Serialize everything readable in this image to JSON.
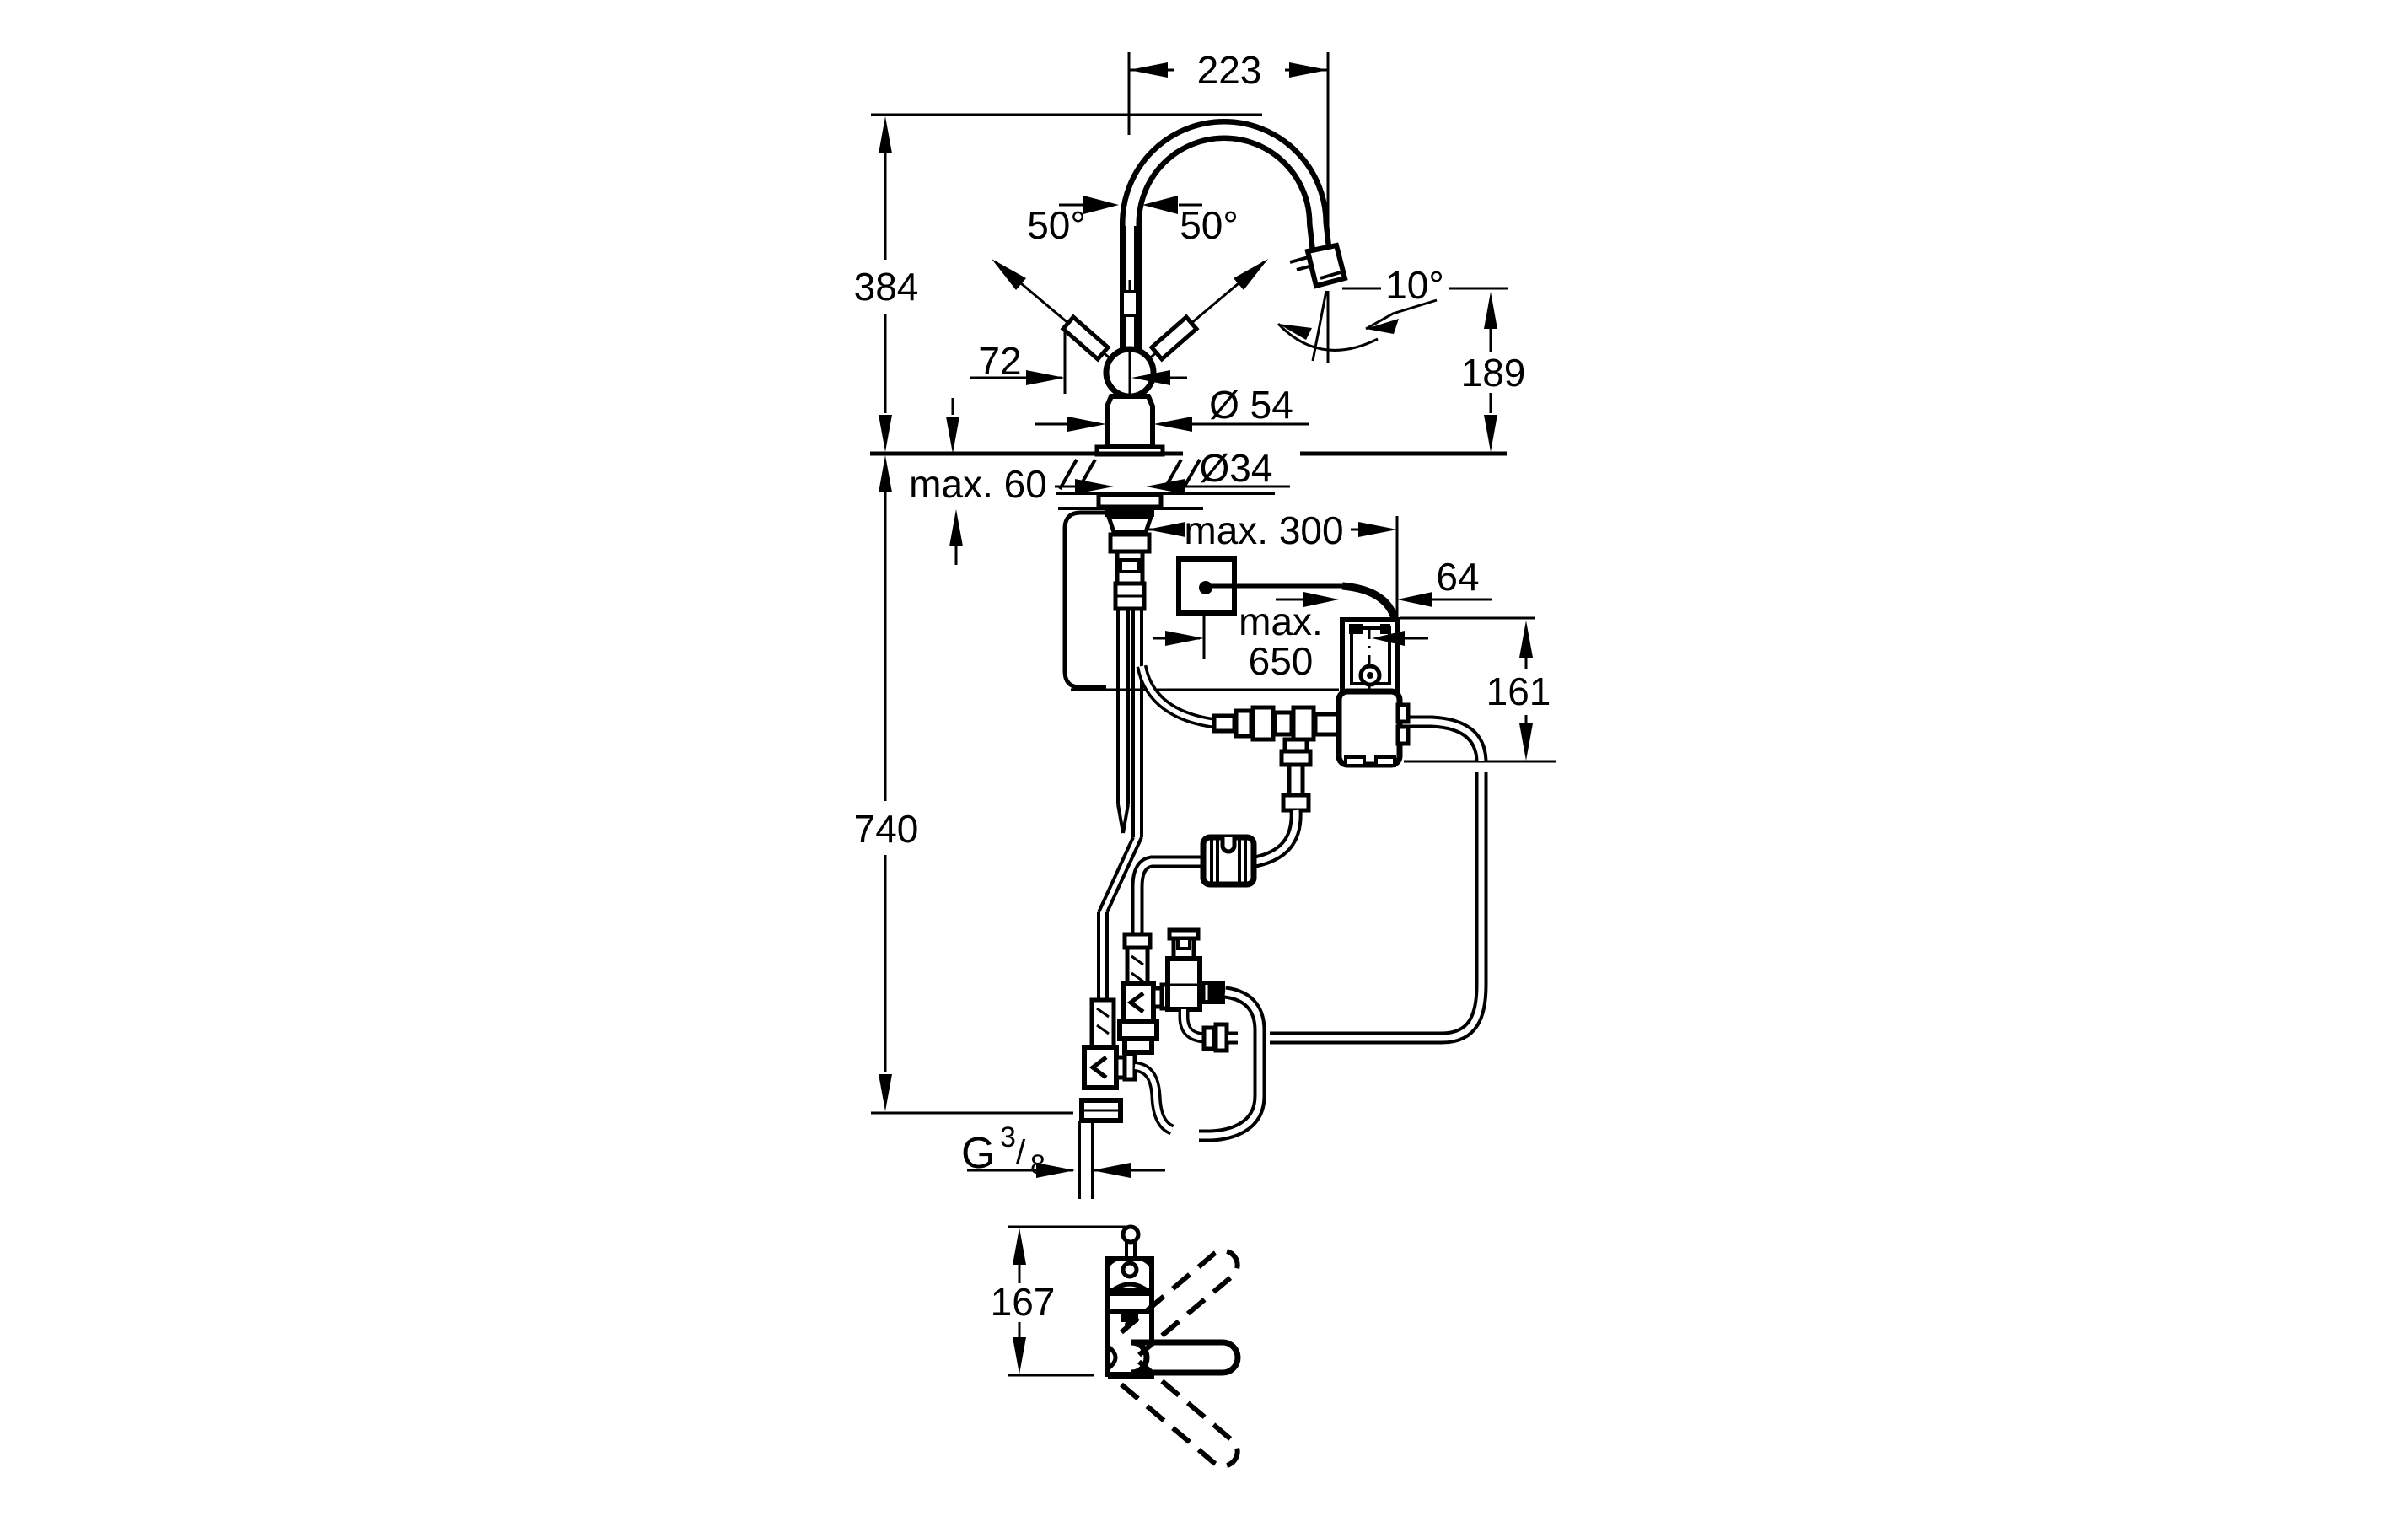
{
  "colors": {
    "line": "#000000",
    "background": "#ffffff"
  },
  "side_view": {
    "dimensions": {
      "spout_reach": "223",
      "spout_height": "384",
      "swivel_left": "50°",
      "swivel_right": "50°",
      "spray_head_angle": "10°",
      "lever_length": "72",
      "outlet_height": "189",
      "body_diameter": "Ø 54",
      "mounting_hole_diameter": "Ø34",
      "deck_thickness": "max. 60",
      "sensor_distance": "max. 300",
      "control_box_width": "64",
      "hose_length_line1": "max.",
      "hose_length_line2": "650",
      "control_box_height": "161",
      "depth_below_deck": "740",
      "thread_prefix": "G",
      "thread_numerator": "3",
      "thread_slash": "/",
      "thread_denominator": "8"
    }
  },
  "top_view": {
    "dimensions": {
      "base_depth": "167"
    }
  }
}
